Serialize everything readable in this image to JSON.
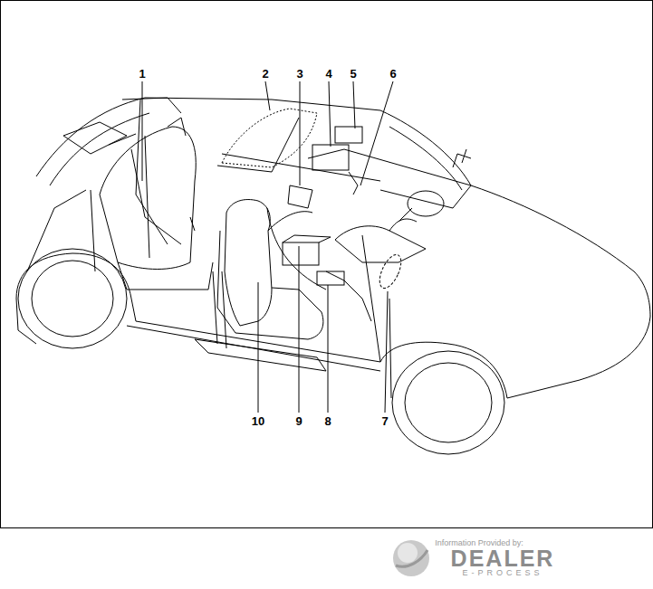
{
  "diagram": {
    "labels": [
      "1",
      "2",
      "3",
      "4",
      "5",
      "6",
      "10",
      "9",
      "8",
      "7",
      "Information Provided by:",
      "DEALER",
      "E-PROCESS"
    ]
  }
}
